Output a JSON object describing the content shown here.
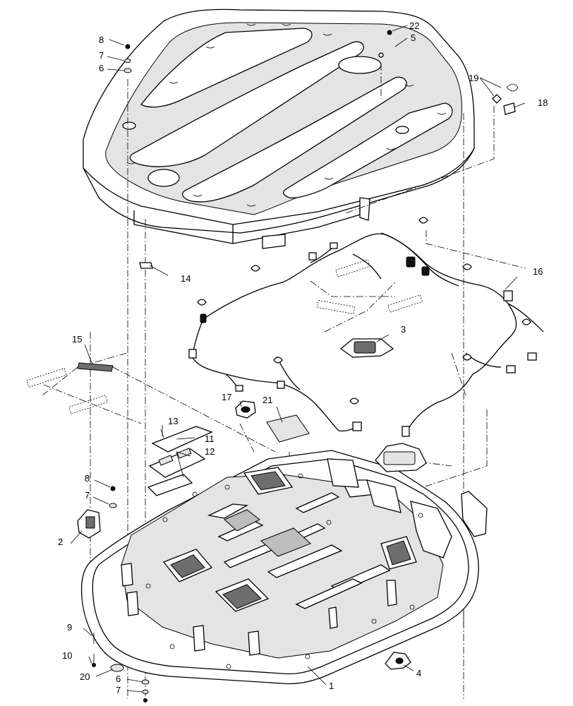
{
  "callouts": {
    "c1": "1",
    "c2": "2",
    "c3": "3",
    "c4": "4",
    "c5": "5",
    "c6_top": "6",
    "c6_bot": "6",
    "c7_top": "7",
    "c7_mid": "7",
    "c7_bot": "7",
    "c8_top": "8",
    "c8_mid": "8",
    "c9": "9",
    "c10": "10",
    "c11": "11",
    "c12": "12",
    "c13": "13",
    "c14": "14",
    "c15": "15",
    "c16": "16",
    "c17": "17",
    "c18": "18",
    "c19": "19",
    "c20": "20",
    "c21": "21",
    "c22": "22"
  }
}
